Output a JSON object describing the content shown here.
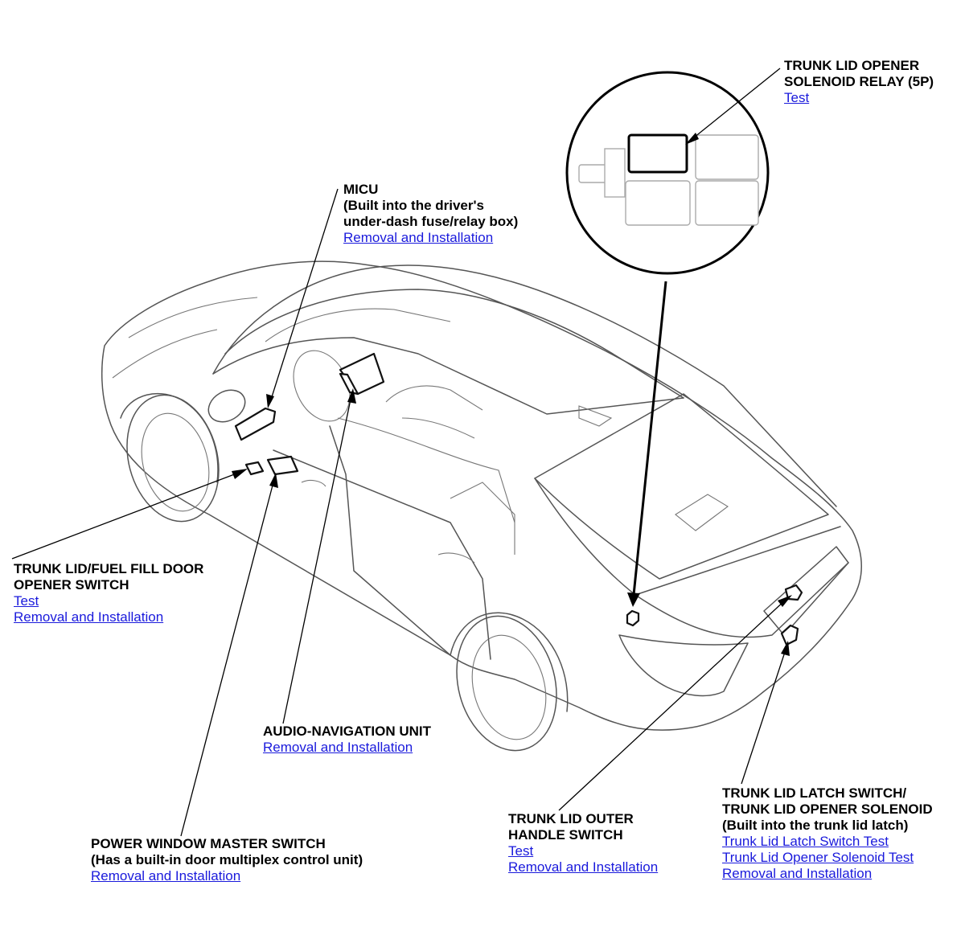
{
  "callouts": {
    "relay": {
      "title_1": "TRUNK LID OPENER",
      "title_2": "SOLENOID RELAY (5P)",
      "link_test": "Test"
    },
    "micu": {
      "title_1": "MICU",
      "title_2": "(Built into the driver's",
      "title_3": "under-dash fuse/relay box)",
      "link_removal": "Removal and Installation"
    },
    "fuel_switch": {
      "title_1": "TRUNK LID/FUEL FILL DOOR",
      "title_2": "OPENER SWITCH",
      "link_test": "Test",
      "link_removal": "Removal and Installation"
    },
    "audio_nav": {
      "title_1": "AUDIO-NAVIGATION UNIT",
      "link_removal": "Removal and Installation"
    },
    "power_window": {
      "title_1": "POWER WINDOW MASTER SWITCH",
      "title_2": "(Has a built-in door multiplex control unit)",
      "link_removal": "Removal and Installation"
    },
    "outer_handle": {
      "title_1": "TRUNK LID OUTER",
      "title_2": "HANDLE SWITCH",
      "link_test": "Test",
      "link_removal": "Removal and Installation"
    },
    "latch": {
      "title_1": "TRUNK LID LATCH SWITCH/",
      "title_2": "TRUNK LID OPENER SOLENOID",
      "title_3": "(Built into the trunk lid latch)",
      "link_latch_test": "Trunk Lid Latch Switch Test",
      "link_solenoid_test": "Trunk Lid Opener Solenoid Test",
      "link_removal": "Removal and Installation"
    }
  },
  "colors": {
    "link": "#1a1adc",
    "text": "#000000",
    "outline": "#555555"
  }
}
